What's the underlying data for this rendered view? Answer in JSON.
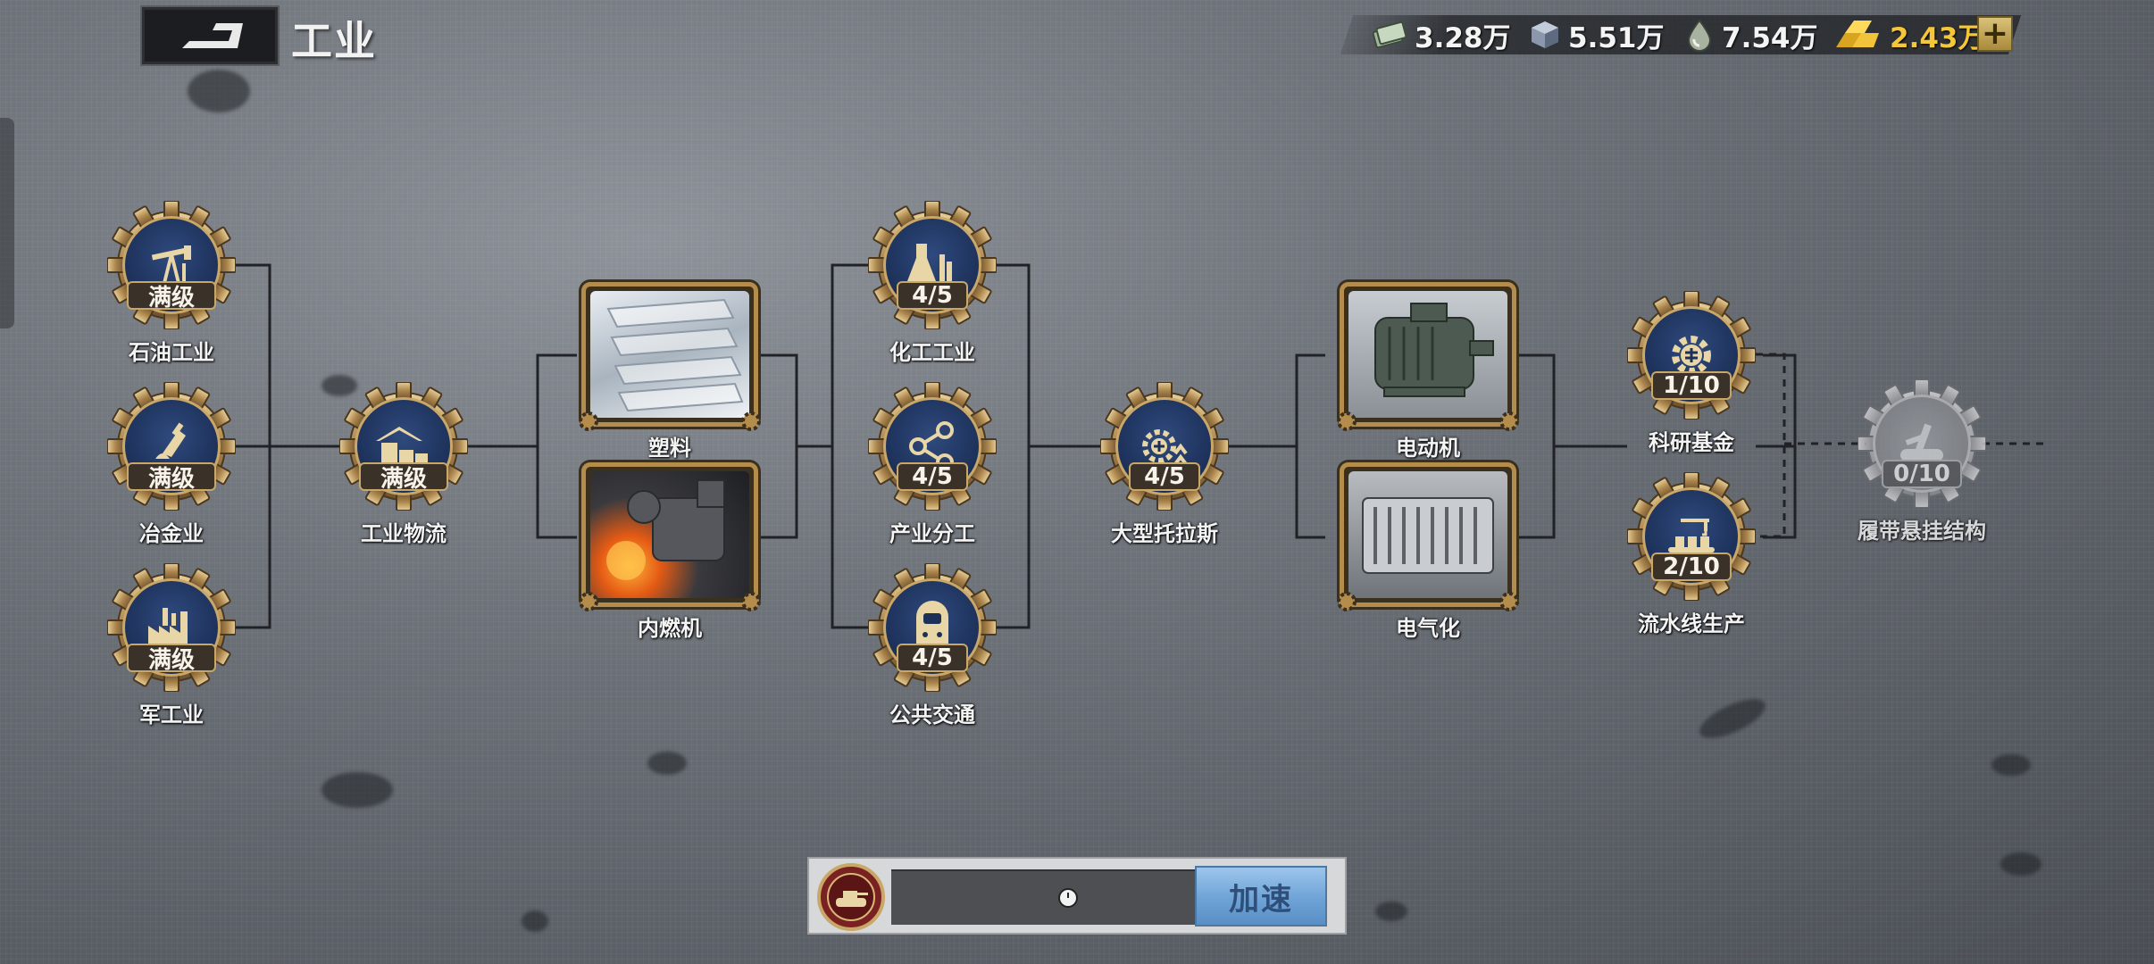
{
  "header": {
    "title": "工业",
    "back_icon": "back-arrow-icon"
  },
  "resources": [
    {
      "id": "cash",
      "icon": "cash-icon",
      "value": "3.28万"
    },
    {
      "id": "steel",
      "icon": "steel-icon",
      "value": "5.51万"
    },
    {
      "id": "oil",
      "icon": "oil-icon",
      "value": "7.54万"
    },
    {
      "id": "gold",
      "icon": "gold-bar-icon",
      "value": "2.43万",
      "add_label": "+"
    }
  ],
  "colors": {
    "gold_text": "#f5c637",
    "node_fill": "#1c3058",
    "node_rim": "#c9a768",
    "speedup_button": "#6ea3d6"
  },
  "tech_nodes": [
    {
      "id": "oil-industry",
      "label": "石油工业",
      "level": "满级",
      "icon": "oil-pump-icon"
    },
    {
      "id": "metallurgy",
      "label": "冶金业",
      "level": "满级",
      "icon": "smelting-icon"
    },
    {
      "id": "military-industry",
      "label": "军工业",
      "level": "满级",
      "icon": "factory-icon"
    },
    {
      "id": "industrial-logistics",
      "label": "工业物流",
      "level": "满级",
      "icon": "warehouse-truck-icon"
    },
    {
      "id": "plastics",
      "label": "塑料",
      "type": "card",
      "image": "plastic-sheets-image"
    },
    {
      "id": "combustion-engine",
      "label": "内燃机",
      "type": "card",
      "image": "engine-fire-image"
    },
    {
      "id": "chemical-industry",
      "label": "化工工业",
      "level": "4/5",
      "icon": "flask-factory-icon"
    },
    {
      "id": "division-of-labor",
      "label": "产业分工",
      "level": "4/5",
      "icon": "share-nodes-icon"
    },
    {
      "id": "public-transport",
      "label": "公共交通",
      "level": "4/5",
      "icon": "train-icon"
    },
    {
      "id": "large-trust",
      "label": "大型托拉斯",
      "level": "4/5",
      "icon": "trust-gear-icon"
    },
    {
      "id": "electric-motor",
      "label": "电动机",
      "type": "card",
      "image": "electric-motor-image"
    },
    {
      "id": "electrification",
      "label": "电气化",
      "type": "card",
      "image": "generator-image"
    },
    {
      "id": "research-fund",
      "label": "科研基金",
      "level": "1/10",
      "icon": "gear-fund-icon"
    },
    {
      "id": "assembly-line",
      "label": "流水线生产",
      "level": "2/10",
      "icon": "assembly-line-icon"
    },
    {
      "id": "track-suspension",
      "label": "履带悬挂结构",
      "level": "0/10",
      "icon": "track-suspension-icon",
      "locked": true
    }
  ],
  "speedup": {
    "button_label": "加速",
    "emblem_icon": "tank-emblem-icon",
    "timer_icon": "clock-icon"
  }
}
